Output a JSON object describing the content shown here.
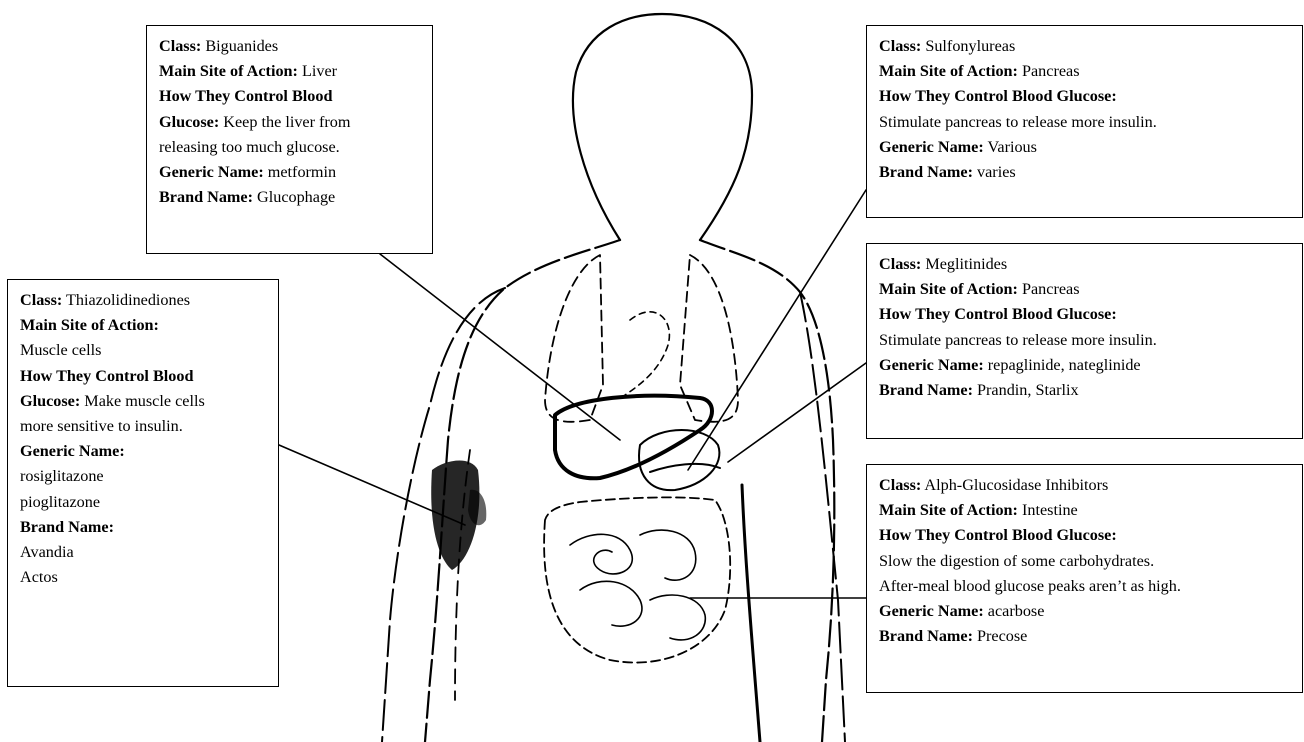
{
  "colors": {
    "ink": "#000000",
    "paper": "#ffffff"
  },
  "callouts": {
    "biguanides": {
      "class_label": "Class:",
      "class_value": " Biguanides",
      "site_label": "Main Site of Action:",
      "site_value": " Liver",
      "how_label_1": "How They Control Blood",
      "how_label_2": "Glucose:",
      "how_value_2": " Keep the liver from",
      "how_value_3": "releasing too much glucose.",
      "generic_label": "Generic Name:",
      "generic_value": " metformin",
      "brand_label": "Brand Name:",
      "brand_value": " Glucophage"
    },
    "sulfonylureas": {
      "class_label": "Class:",
      "class_value": " Sulfonylureas",
      "site_label": "Main Site of Action:",
      "site_value": " Pancreas",
      "how_label": "How They Control Blood Glucose:",
      "how_value": "Stimulate pancreas to release more insulin.",
      "generic_label": "Generic Name:",
      "generic_value": " Various",
      "brand_label": "Brand Name:",
      "brand_value": " varies"
    },
    "thiazolidinediones": {
      "class_label": "Class:",
      "class_value": " Thiazolidinediones",
      "site_label": "Main Site of Action:",
      "site_value": "Muscle cells",
      "how_label_1": "How They Control Blood",
      "how_label_2": "Glucose:",
      "how_value_2": " Make muscle cells",
      "how_value_3": "more sensitive to insulin.",
      "generic_label": "Generic Name:",
      "generic_value_1": "rosiglitazone",
      "generic_value_2": "pioglitazone",
      "brand_label": "Brand Name:",
      "brand_value_1": "Avandia",
      "brand_value_2": "Actos"
    },
    "meglitinides": {
      "class_label": "Class:",
      "class_value": " Meglitinides",
      "site_label": "Main Site of Action:",
      "site_value": " Pancreas",
      "how_label": "How They Control Blood Glucose:",
      "how_value": "Stimulate pancreas to release more insulin.",
      "generic_label": "Generic Name:",
      "generic_value": " repaglinide, nateglinide",
      "brand_label": "Brand Name:",
      "brand_value": " Prandin, Starlix"
    },
    "alpha_glucosidase": {
      "class_label": "Class:",
      "class_value": " Alph-Glucosidase Inhibitors",
      "site_label": "Main Site of Action:",
      "site_value": " Intestine",
      "how_label": "How They Control Blood Glucose:",
      "how_value_1": "Slow the digestion of some carbohydrates.",
      "how_value_2": "After-meal blood glucose peaks aren’t as high.",
      "generic_label": "Generic Name:",
      "generic_value": " acarbose",
      "brand_label": "Brand Name:",
      "brand_value": " Precose"
    }
  }
}
